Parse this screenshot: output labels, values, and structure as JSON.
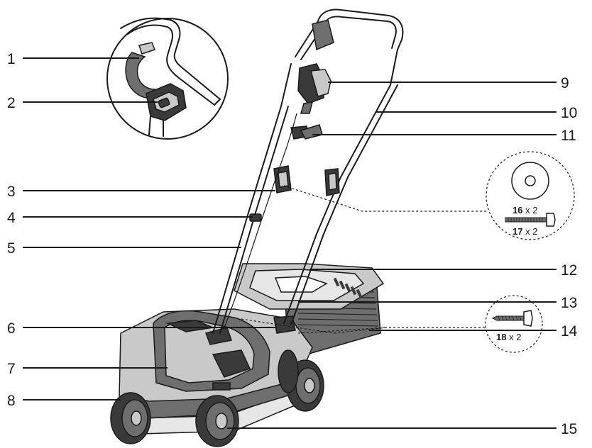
{
  "callouts": [
    {
      "id": "1",
      "text": "1"
    },
    {
      "id": "2",
      "text": "2"
    },
    {
      "id": "3",
      "text": "3"
    },
    {
      "id": "4",
      "text": "4"
    },
    {
      "id": "5",
      "text": "5"
    },
    {
      "id": "6",
      "text": "6"
    },
    {
      "id": "7",
      "text": "7"
    },
    {
      "id": "8",
      "text": "8"
    },
    {
      "id": "9",
      "text": "9"
    },
    {
      "id": "10",
      "text": "10"
    },
    {
      "id": "11",
      "text": "11"
    },
    {
      "id": "12",
      "text": "12"
    },
    {
      "id": "13",
      "text": "13"
    },
    {
      "id": "14",
      "text": "14"
    },
    {
      "id": "15",
      "text": "15"
    }
  ],
  "parts_kit": {
    "item_16": {
      "number": "16",
      "quantity": " x 2"
    },
    "item_17": {
      "number": "17",
      "quantity": " x 2"
    }
  },
  "screw_kit": {
    "item_18": {
      "number": "18",
      "quantity": " x 2"
    }
  },
  "icons": [
    "washer-icon",
    "bolt-icon",
    "screw-icon",
    "lawn-mower-illustration",
    "handle-clip-detail-icon"
  ]
}
